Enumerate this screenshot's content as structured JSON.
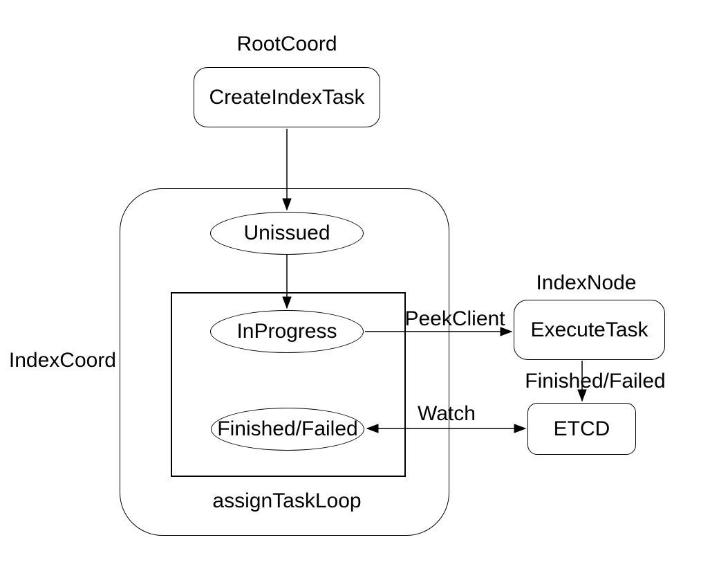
{
  "diagram": {
    "colors": {
      "background": "#ffffff",
      "stroke": "#000000",
      "text": "#000000"
    },
    "groups": {
      "root_coord": {
        "label": "RootCoord"
      },
      "index_coord": {
        "label": "IndexCoord"
      },
      "index_node": {
        "label": "IndexNode"
      },
      "assign_task_loop": {
        "label": "assignTaskLoop"
      }
    },
    "nodes": {
      "create_index_task": {
        "label": "CreateIndexTask",
        "shape": "rounded-rect"
      },
      "unissued": {
        "label": "Unissued",
        "shape": "ellipse"
      },
      "in_progress": {
        "label": "InProgress",
        "shape": "ellipse"
      },
      "finished_failed_state": {
        "label": "Finished/Failed",
        "shape": "ellipse"
      },
      "execute_task": {
        "label": "ExecuteTask",
        "shape": "rounded-rect"
      },
      "etcd": {
        "label": "ETCD",
        "shape": "rounded-rect"
      }
    },
    "edges": [
      {
        "from": "create_index_task",
        "to": "unissued",
        "label": ""
      },
      {
        "from": "unissued",
        "to": "in_progress",
        "label": ""
      },
      {
        "from": "in_progress",
        "to": "execute_task",
        "label": "PeekClient"
      },
      {
        "from": "execute_task",
        "to": "etcd",
        "label": "Finished/Failed"
      },
      {
        "from": "etcd",
        "to": "finished_failed_state",
        "label": "Watch",
        "bidirectional": true
      }
    ]
  }
}
